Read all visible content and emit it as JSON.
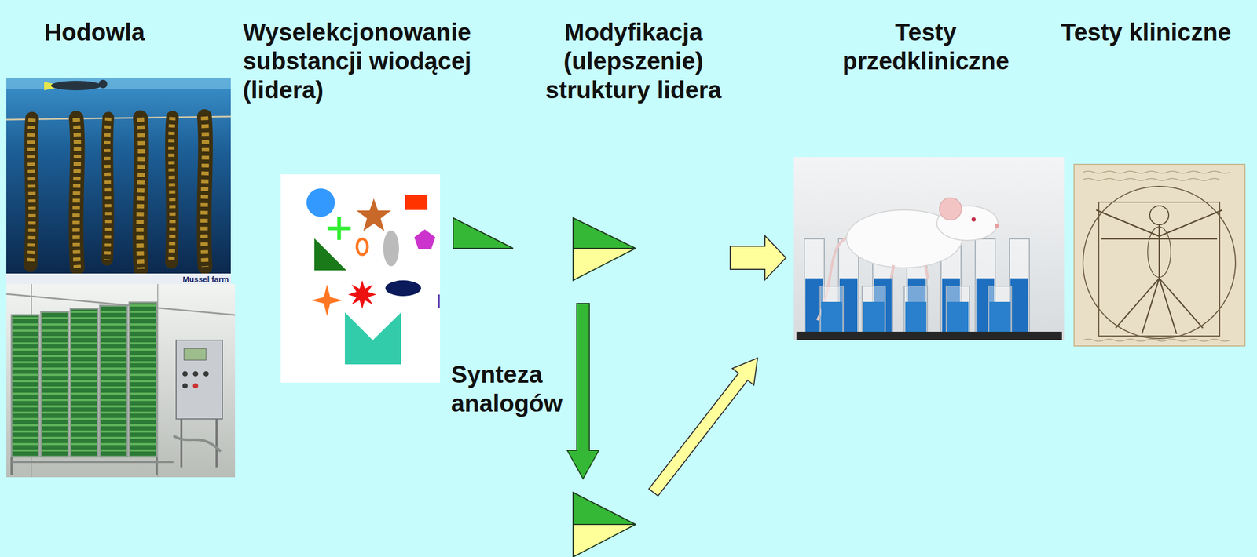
{
  "diagram": {
    "nodes": [
      {
        "text": [
          "Hodowla"
        ]
      },
      {
        "text": [
          "Wyselekcjonowanie substancji wiodącej (lidera)"
        ]
      },
      {
        "text": [
          "Modyfikacja (ulepszenie) struktury lidera"
        ]
      },
      {
        "text": [
          "Testy przedkliniczne"
        ]
      },
      {
        "text": [
          "Testy kliniczne"
        ]
      }
    ],
    "edges": [
      {
        "from": 2,
        "to": 3,
        "arrow": "to"
      }
    ],
    "labels": [
      "Mussel farm",
      "Synteza analogów"
    ]
  }
}
